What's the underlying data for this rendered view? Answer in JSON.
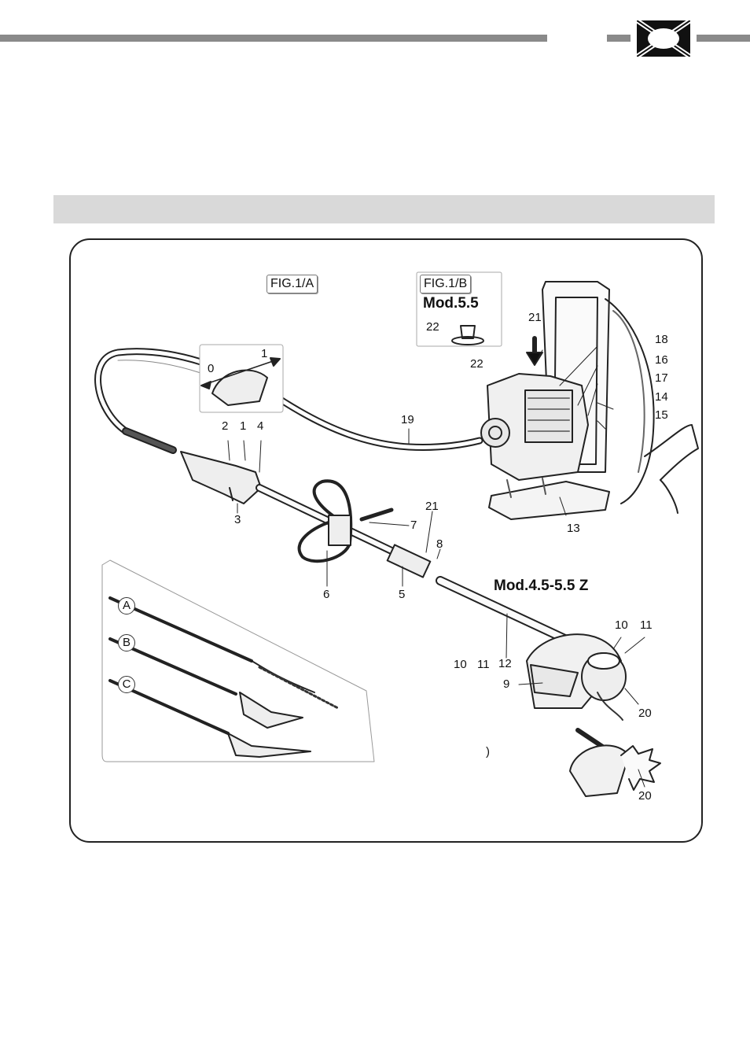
{
  "header": {
    "bar_color": "#8a8a8a",
    "flag_icon": "uk-flag-icon"
  },
  "figure": {
    "fig_a_label": "FIG.1/A",
    "fig_b_label": "FIG.1/B",
    "mod_55": "Mod.5.5",
    "mod_z": "Mod.4.5-5.5 Z",
    "attachments": [
      "A",
      "B",
      "C"
    ],
    "callouts": {
      "c1": "1",
      "c2": "2",
      "c3": "3",
      "c4": "4",
      "c5": "5",
      "c6": "6",
      "c7": "7",
      "c8": "8",
      "c9": "9",
      "c10": "10",
      "c11": "11",
      "c12": "12",
      "c13": "13",
      "c14": "14",
      "c15": "15",
      "c16": "16",
      "c17": "17",
      "c18": "18",
      "c19": "19",
      "c20": "20",
      "c21": "21",
      "c22": "22",
      "throttle_0": "0",
      "throttle_1": "1",
      "inset_22": "22",
      "top_21": "21",
      "ghost_10": "10",
      "ghost_11": "11",
      "ghost_0": ")",
      "blade_20": "20"
    }
  }
}
